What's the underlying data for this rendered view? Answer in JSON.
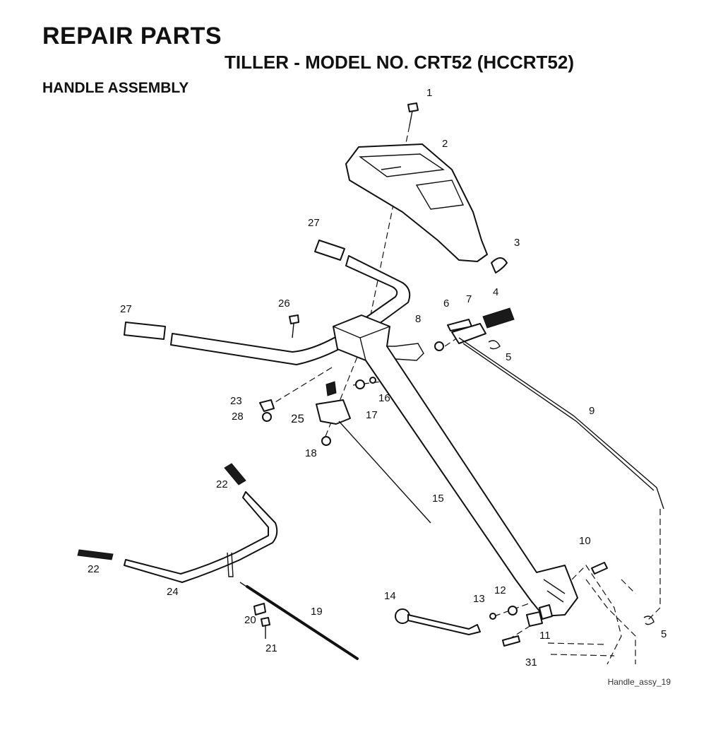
{
  "header": {
    "title": "REPAIR PARTS",
    "model": "TILLER - MODEL NO. CRT52 (HCCRT52)",
    "section": "HANDLE ASSEMBLY"
  },
  "figure_ref": "Handle_assy_19",
  "callouts": [
    "1",
    "2",
    "3",
    "4",
    "5",
    "6",
    "7",
    "8",
    "9",
    "10",
    "11",
    "12",
    "13",
    "14",
    "15",
    "16",
    "17",
    "18",
    "19",
    "20",
    "21",
    "22",
    "23",
    "24",
    "25",
    "26",
    "27",
    "28",
    "31",
    "27",
    "22",
    "5"
  ]
}
